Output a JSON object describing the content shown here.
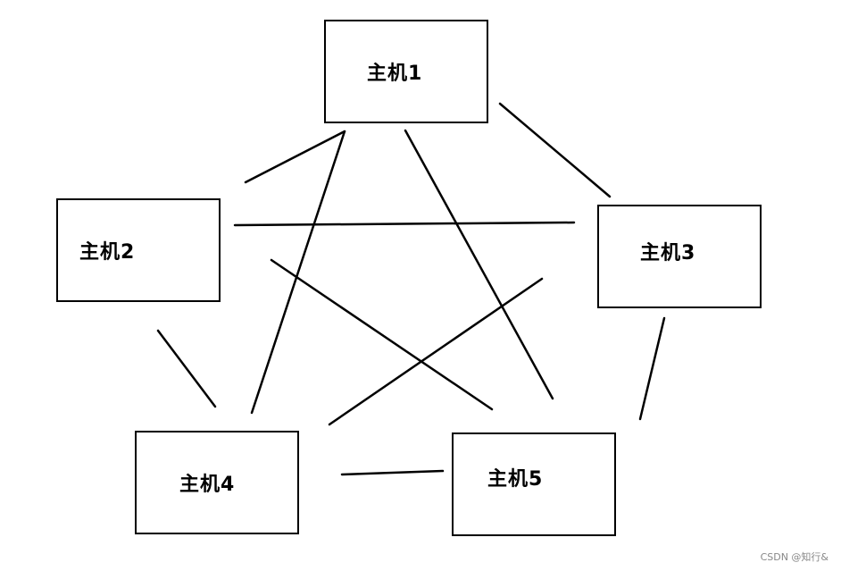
{
  "hosts": [
    {
      "id": "host-1",
      "label": "主机1"
    },
    {
      "id": "host-2",
      "label": "主机2"
    },
    {
      "id": "host-3",
      "label": "主机3"
    },
    {
      "id": "host-4",
      "label": "主机4"
    },
    {
      "id": "host-5",
      "label": "主机5"
    }
  ],
  "connections": [
    {
      "from": "主机1",
      "to": "主机2"
    },
    {
      "from": "主机1",
      "to": "主机3"
    },
    {
      "from": "主机1",
      "to": "主机4"
    },
    {
      "from": "主机1",
      "to": "主机5"
    },
    {
      "from": "主机2",
      "to": "主机3"
    },
    {
      "from": "主机2",
      "to": "主机4"
    },
    {
      "from": "主机2",
      "to": "主机5"
    },
    {
      "from": "主机3",
      "to": "主机4"
    },
    {
      "from": "主机3",
      "to": "主机5"
    },
    {
      "from": "主机4",
      "to": "主机5"
    }
  ],
  "watermark": "CSDN @知行&",
  "colors": {
    "line": "#000000",
    "box_border": "#000000",
    "background": "#ffffff",
    "watermark": "#888888"
  }
}
